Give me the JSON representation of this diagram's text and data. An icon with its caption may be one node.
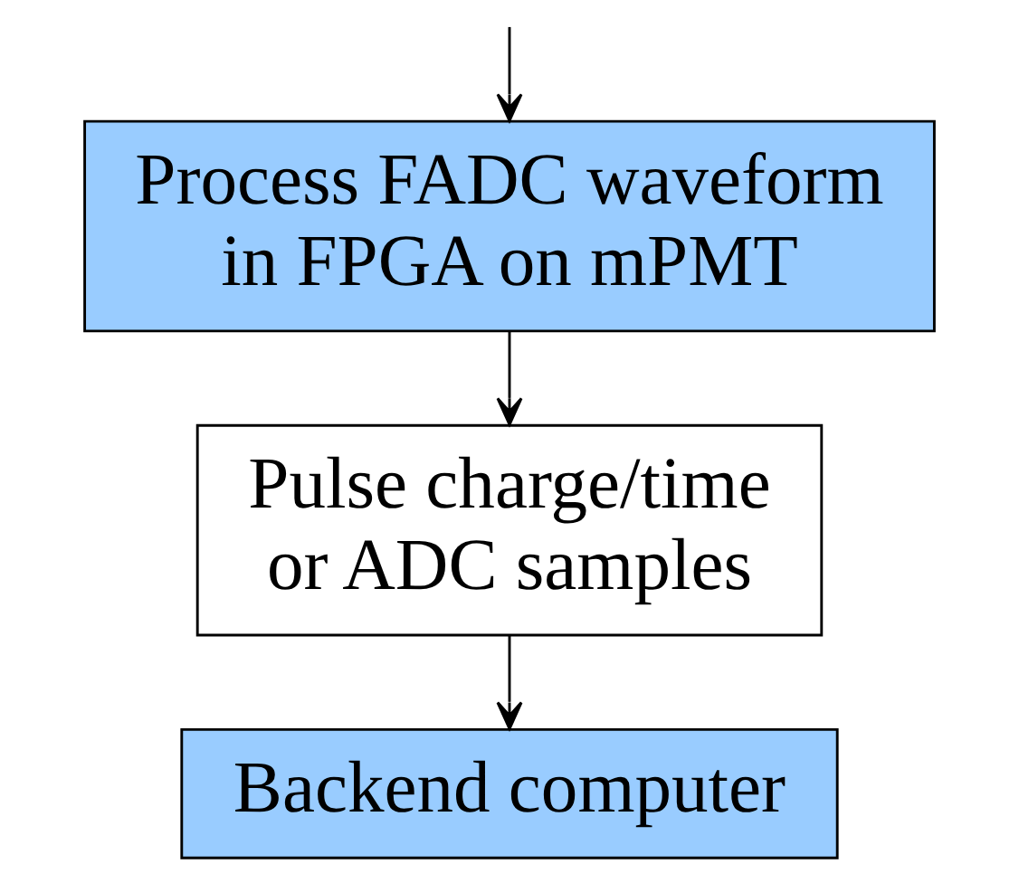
{
  "diagram": {
    "nodes": [
      {
        "text": [
          "Process FADC waveform in FPGA on mPMT"
        ]
      },
      {
        "text": [
          "Pulse charge/time or ADC samples"
        ]
      },
      {
        "text": [
          "Backend computer"
        ]
      }
    ],
    "edges": [
      {
        "from": null,
        "to": 0,
        "arrow": "to"
      },
      {
        "from": 0,
        "to": 1,
        "arrow": "to"
      },
      {
        "from": 1,
        "to": 2,
        "arrow": "to"
      }
    ]
  }
}
